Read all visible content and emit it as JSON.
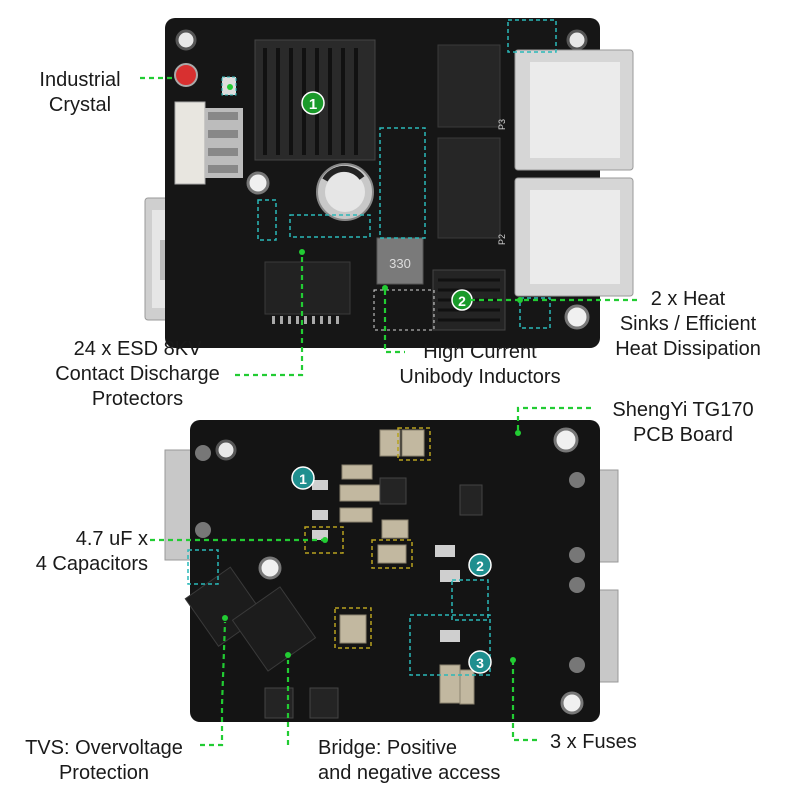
{
  "top_board": {
    "badge_1": "1",
    "badge_2": "2",
    "inductor_marking": "330",
    "port_labels": [
      "P3",
      "P2"
    ]
  },
  "bottom_board": {
    "badge_1": "1",
    "badge_2": "2",
    "badge_3": "3"
  },
  "callouts": {
    "industrial_crystal": [
      "Industrial",
      "Crystal"
    ],
    "esd_protectors": [
      "24 x ESD 8KV",
      "Contact Discharge",
      "Protectors"
    ],
    "inductors": [
      "High Current",
      "Unibody Inductors"
    ],
    "heat_sinks": [
      "2 x Heat",
      "Sinks / Efficient",
      "Heat Dissipation"
    ],
    "pcb_board": [
      "ShengYi TG170",
      "PCB Board"
    ],
    "capacitors": [
      "4.7 uF x",
      "4 Capacitors"
    ],
    "tvs": [
      "TVS: Overvoltage",
      "Protection"
    ],
    "bridge": [
      "Bridge: Positive",
      "and negative access"
    ],
    "fuses": [
      "3 x Fuses"
    ]
  },
  "colors": {
    "pcb": "#161616",
    "leader_green": "#22cc33",
    "badge_green": "#1a9a2a",
    "badge_teal": "#1f8f8f",
    "highlight_teal": "#2ab8b8",
    "highlight_yellow": "#b8a21e",
    "metal": "#d9d9d9"
  }
}
